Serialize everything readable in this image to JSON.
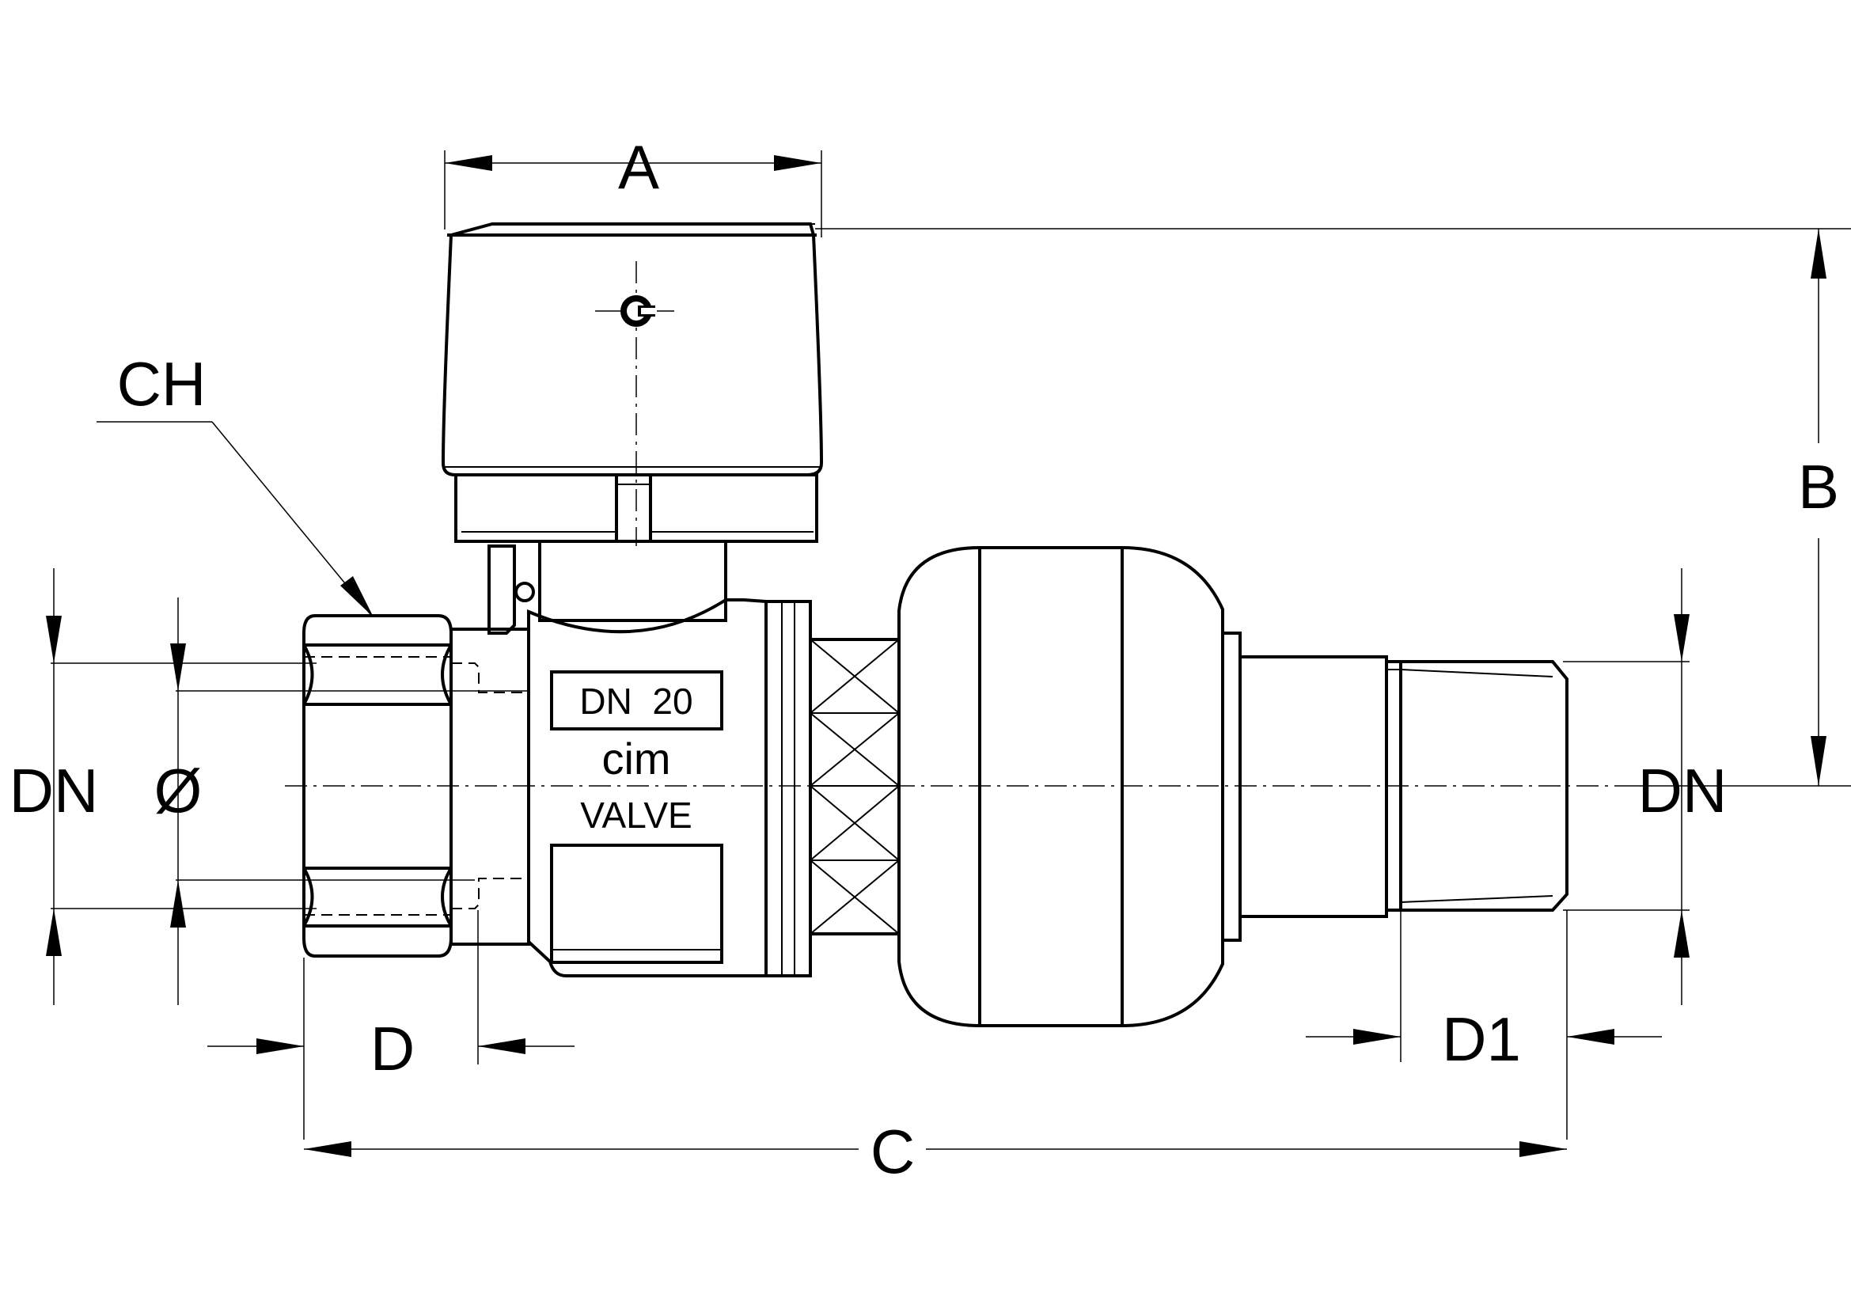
{
  "dimension_labels": {
    "a": "A",
    "b": "B",
    "c": "C",
    "ch": "CH",
    "d": "D",
    "d1": "D1",
    "dn_left": "DN",
    "dia": "Ø",
    "dn_right": "DN"
  },
  "body_markings": {
    "size": "DN  20",
    "brand": "cim",
    "word": "VALVE"
  },
  "cap_symbol": "c"
}
